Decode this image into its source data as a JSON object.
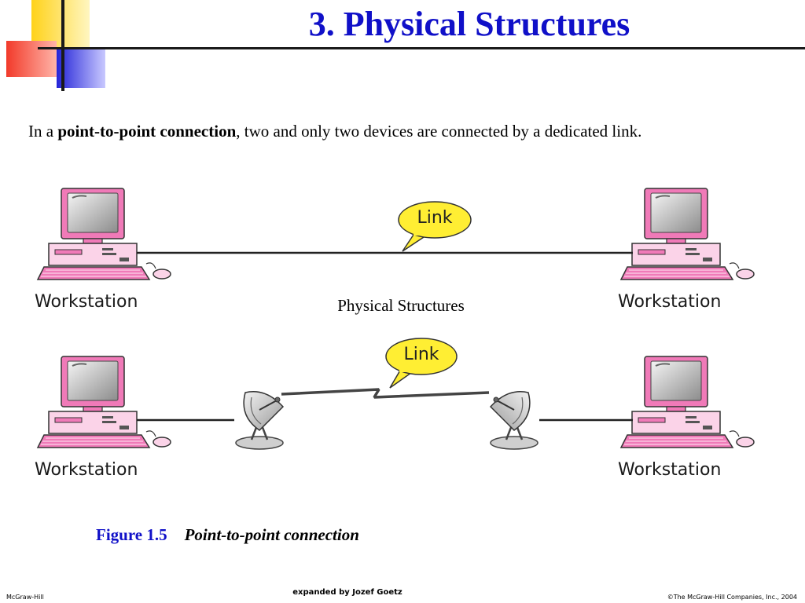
{
  "slide": {
    "title": "3. Physical Structures",
    "intro_prefix": "In a ",
    "intro_bold": "point-to-point connection",
    "intro_suffix": ", two and only two devices are connected by a dedicated link.",
    "center_label": "Physical Structures"
  },
  "figure": {
    "link_label_top": "Link",
    "link_label_bottom": "Link",
    "workstation_top_left": "Workstation",
    "workstation_top_right": "Workstation",
    "workstation_bottom_left": "Workstation",
    "workstation_bottom_right": "Workstation",
    "caption_number": "Figure 1.5",
    "caption_text": "Point-to-point connection"
  },
  "footer": {
    "left": "McGraw-Hill",
    "center": "expanded by Jozef Goetz",
    "right": "©The McGraw-Hill Companies, Inc., 2004"
  },
  "colors": {
    "title": "#1010c8",
    "caption_number": "#1010c8",
    "workstation_pink": "#f07ab8",
    "workstation_light": "#fbd3e8",
    "callout_fill": "#ffee33",
    "deco_yellow": "#ffd21a",
    "deco_red": "#f23a2a",
    "deco_blue": "#2424d8"
  }
}
